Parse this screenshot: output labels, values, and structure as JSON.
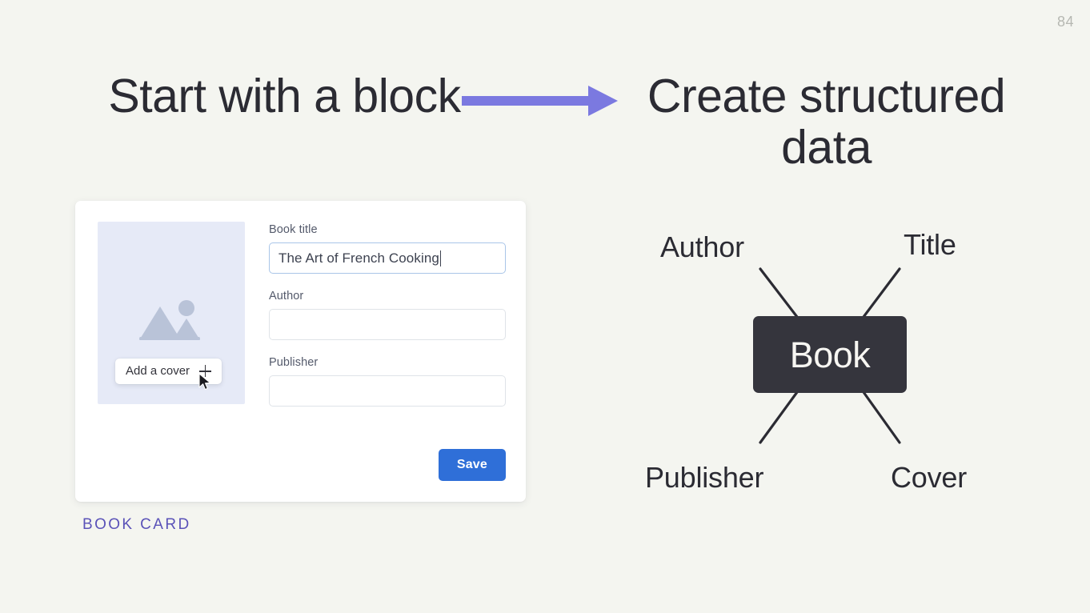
{
  "slide": {
    "page_number": "84",
    "background_color": "#f4f5f0",
    "heading_left": "Start with a block",
    "heading_right": "Create structured data",
    "arrow_color": "#7b79e0",
    "arrow_icon": "right-arrow-icon"
  },
  "book_card": {
    "caption": "BOOK CARD",
    "caption_color": "#5a52b8",
    "cover": {
      "placeholder_icon": "image-placeholder-icon",
      "background_color": "#e6eaf7",
      "add_cover_label": "Add a cover",
      "plus_icon": "plus-icon",
      "cursor_icon": "mouse-pointer-icon"
    },
    "fields": [
      {
        "label": "Book title",
        "value": "The Art of French Cooking",
        "placeholder": "",
        "focused": true
      },
      {
        "label": "Author",
        "value": "",
        "placeholder": "",
        "focused": false
      },
      {
        "label": "Publisher",
        "value": "",
        "placeholder": "",
        "focused": false
      }
    ],
    "save_label": "Save",
    "save_color": "#2f6fd8"
  },
  "diagram": {
    "node_label": "Book",
    "node_color": "#35353d",
    "labels": {
      "author": "Author",
      "title": "Title",
      "publisher": "Publisher",
      "cover": "Cover"
    }
  }
}
